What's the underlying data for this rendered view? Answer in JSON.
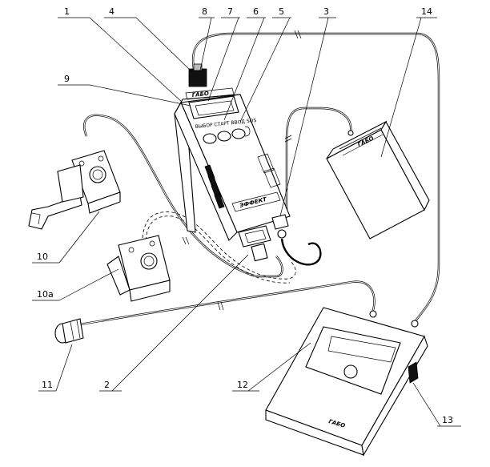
{
  "callouts": [
    "1",
    "4",
    "8",
    "7",
    "6",
    "5",
    "3",
    "14",
    "9",
    "10",
    "10a",
    "11",
    "2",
    "12",
    "13"
  ],
  "main_unit": {
    "logo": "ГАБО",
    "buttons_label": "ВЫБОР  СТАРТ  ВВОД  SOS",
    "brand": "ЭФФЕКТ"
  },
  "printer": {
    "logo": "ГАБО"
  },
  "display_unit": {
    "logo": "ГАБО"
  }
}
